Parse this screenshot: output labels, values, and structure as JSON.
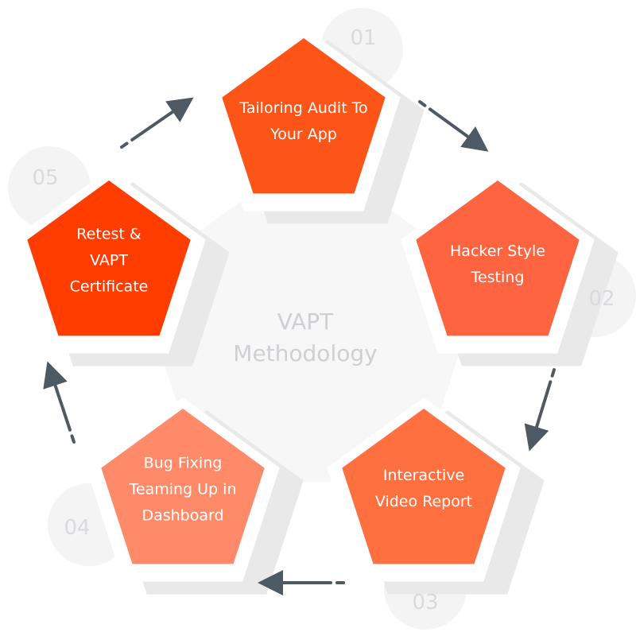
{
  "center": {
    "line1": "VAPT",
    "line2": "Methodology"
  },
  "steps": [
    {
      "number": "01",
      "title": "Tailoring Audit To Your App",
      "color": "#fd5418"
    },
    {
      "number": "02",
      "title": "Hacker Style Testing",
      "color": "#fe6440"
    },
    {
      "number": "03",
      "title": "Interactive Video Report",
      "color": "#ff7040"
    },
    {
      "number": "04",
      "title": "Bug Fixing Teaming Up in Dashboard",
      "color": "#ff8a6a"
    },
    {
      "number": "05",
      "title": "Retest & VAPT Certificate",
      "color": "#ff3d00"
    }
  ],
  "colors": {
    "arrow": "#4d5a63",
    "shadow": "#e9e9ea",
    "circle": "#f4f4f5"
  }
}
